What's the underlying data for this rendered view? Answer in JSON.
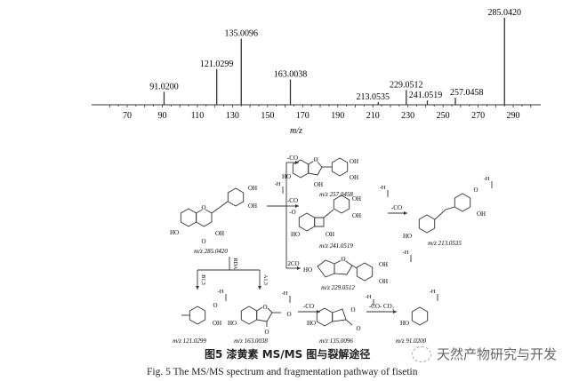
{
  "chart_data": {
    "type": "bar",
    "title": "",
    "xlabel": "m/z",
    "ylabel": "",
    "xlim": [
      60,
      300
    ],
    "ylim": [
      0,
      100
    ],
    "x_ticks": [
      "70",
      "90",
      "110",
      "130",
      "150",
      "170",
      "190",
      "210",
      "230",
      "250",
      "270",
      "290"
    ],
    "peaks": [
      {
        "mz": 91.02,
        "label": "91.0200",
        "intensity": 15
      },
      {
        "mz": 121.0299,
        "label": "121.0299",
        "intensity": 41
      },
      {
        "mz": 135.0096,
        "label": "135.0096",
        "intensity": 76
      },
      {
        "mz": 163.0038,
        "label": "163.0038",
        "intensity": 29
      },
      {
        "mz": 213.0535,
        "label": "213.0535",
        "intensity": 3
      },
      {
        "mz": 229.0512,
        "label": "229.0512",
        "intensity": 17
      },
      {
        "mz": 241.0519,
        "label": "241.0519",
        "intensity": 5
      },
      {
        "mz": 257.0458,
        "label": "257.0458",
        "intensity": 8
      },
      {
        "mz": 285.042,
        "label": "285.0420",
        "intensity": 100
      }
    ]
  },
  "pathway": {
    "structures": [
      {
        "id": "s285",
        "label": "m/z 285.0420",
        "atoms": [
          "O",
          "HO",
          "OH",
          "O",
          "OH",
          "OH"
        ]
      },
      {
        "id": "s257",
        "label": "m/z 257.0458",
        "atoms": [
          "O",
          "HO",
          "OH",
          "OH",
          "OH"
        ]
      },
      {
        "id": "s241",
        "label": "m/z 241.0519",
        "atoms": [
          "HO",
          "OH",
          "OH",
          "OH"
        ]
      },
      {
        "id": "s213",
        "label": "m/z 213.0535",
        "atoms": [
          "HO",
          "O",
          "OH"
        ]
      },
      {
        "id": "s229",
        "label": "m/z 229.0512",
        "atoms": [
          "HO",
          "O",
          "OH",
          "OH"
        ]
      },
      {
        "id": "s121",
        "label": "m/z 121.0299",
        "atoms": [
          "O",
          "OH"
        ]
      },
      {
        "id": "s163",
        "label": "m/z 163.0038",
        "atoms": [
          "HO",
          "O",
          "O",
          "O"
        ]
      },
      {
        "id": "s135",
        "label": "m/z 135.0096",
        "atoms": [
          "HO",
          "O",
          "O"
        ]
      },
      {
        "id": "s91",
        "label": "m/z 91.0200",
        "atoms": [
          "HO"
        ]
      }
    ],
    "arrows": {
      "to257": "-CO",
      "to241_a": "-CO",
      "to241_b": "-O",
      "to229": "2CO",
      "to213": "-CO",
      "to135": "-CO",
      "to91": "-CO- CO₂",
      "rda": "RDA",
      "b13": "B1,3",
      "a13": "A1,3"
    },
    "minus_h": "-H"
  },
  "caption": {
    "cn": "图5   漆黄素 MS/MS 图与裂解途径",
    "en": "Fig. 5    The MS/MS spectrum and fragmentation pathway of fisetin"
  },
  "watermark": "天然产物研究与开发"
}
